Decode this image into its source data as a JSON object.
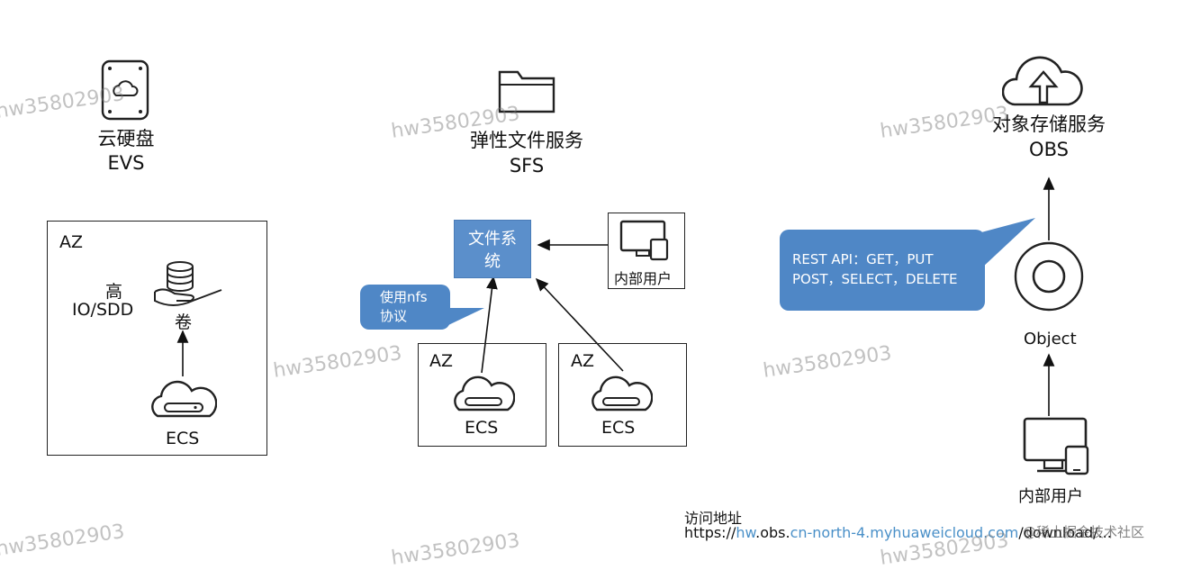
{
  "evs": {
    "title_cn": "云硬盘",
    "title_en": "EVS",
    "az": "AZ",
    "io_label_1": "高",
    "io_label_2": "IO/SDD",
    "volume": "卷",
    "ecs": "ECS"
  },
  "sfs": {
    "title_cn": "弹性文件服务",
    "title_en": "SFS",
    "fs_box_1": "文件系",
    "fs_box_2": "统",
    "internal_user": "内部用户",
    "callout_1": "使用nfs",
    "callout_2": "协议",
    "az_left": "AZ",
    "az_right": "AZ",
    "ecs_left": "ECS",
    "ecs_right": "ECS"
  },
  "obs": {
    "title_cn": "对象存储服务",
    "title_en": "OBS",
    "callout_1": "REST API：GET，PUT",
    "callout_2": "POST，SELECT，DELETE",
    "object": "Object",
    "internal_user": "内部用户"
  },
  "access": {
    "label": "访问地址",
    "prefix": "https://",
    "url_1": "hw",
    "url_2": ".obs.",
    "url_3": "cn-north-4.myhuaweicloud.com",
    "url_4": "/",
    "url_5": "download/",
    "url_6": "...",
    "overlay": "@稀土掘金技术社区"
  },
  "watermarks": {
    "text": "hw35802903"
  }
}
